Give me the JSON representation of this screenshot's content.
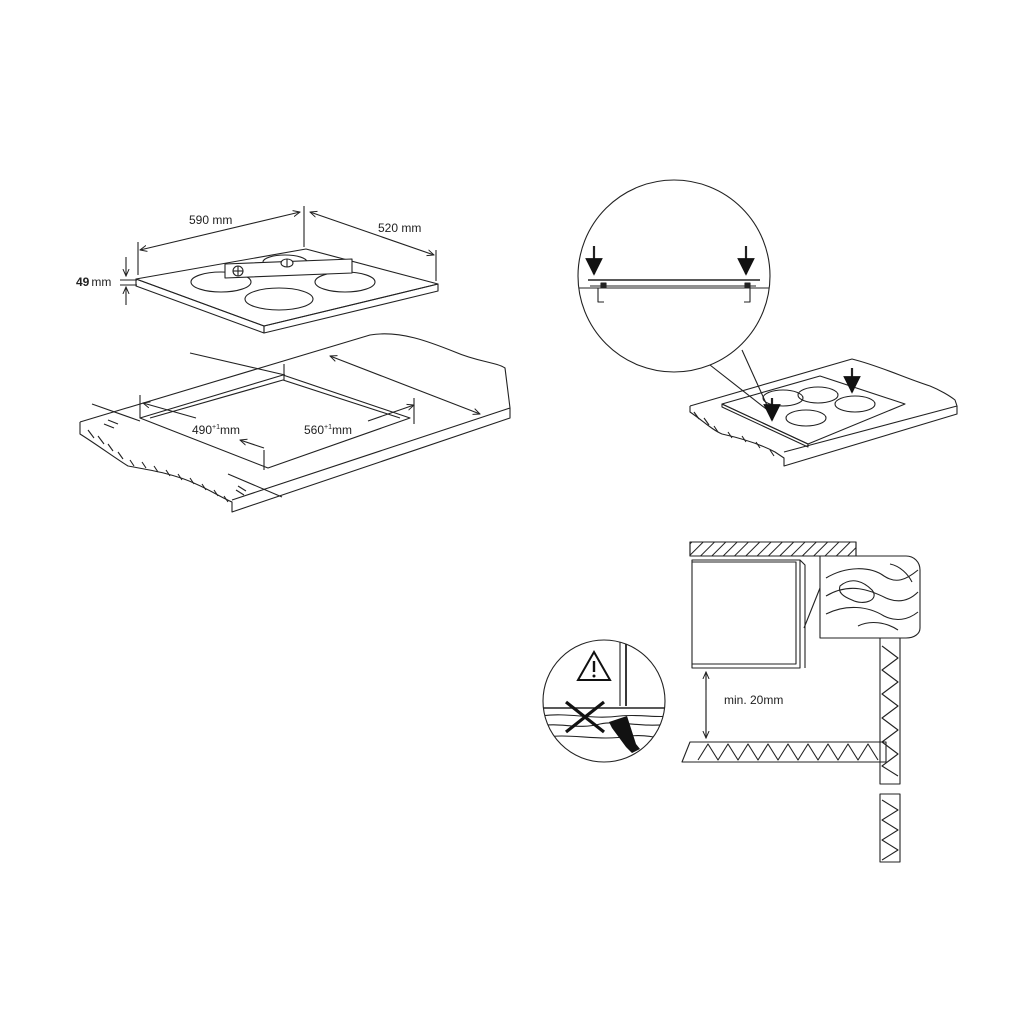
{
  "dimensions": {
    "width": "590 mm",
    "depth": "520 mm",
    "height_value": "49",
    "height_unit": "mm",
    "cutout_depth_value": "490",
    "cutout_depth_tol": "+1",
    "cutout_depth_unit": "mm",
    "cutout_width_value": "560",
    "cutout_width_tol": "+1",
    "cutout_width_unit": "mm",
    "min_clearance": "min. 20mm"
  },
  "icons": {
    "warning": "warning-triangle-icon",
    "prohibited": "cross-icon",
    "press": "arrow-icon"
  },
  "colors": {
    "line": "#222222",
    "background": "#ffffff"
  }
}
